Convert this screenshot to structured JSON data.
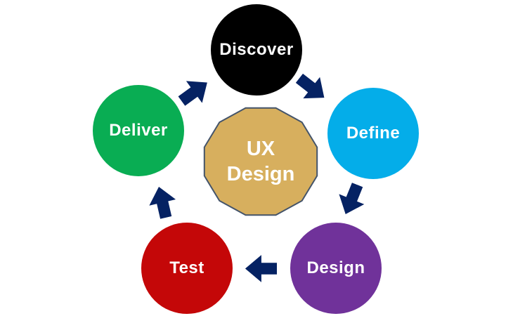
{
  "diagram": {
    "center": {
      "line1": "UX",
      "line2": "Design"
    },
    "stages": [
      {
        "id": "discover",
        "label": "Discover",
        "color": "#000000"
      },
      {
        "id": "define",
        "label": "Define",
        "color": "#04ADE9"
      },
      {
        "id": "design",
        "label": "Design",
        "color": "#70329A"
      },
      {
        "id": "test",
        "label": "Test",
        "color": "#C40708"
      },
      {
        "id": "deliver",
        "label": "Deliver",
        "color": "#09AD53"
      }
    ],
    "colors": {
      "arrow": "#052263",
      "center_fill": "#D7AF5E",
      "center_stroke": "#44546A",
      "label_text": "#FFFFFF",
      "background": "#FFFFFF"
    }
  }
}
